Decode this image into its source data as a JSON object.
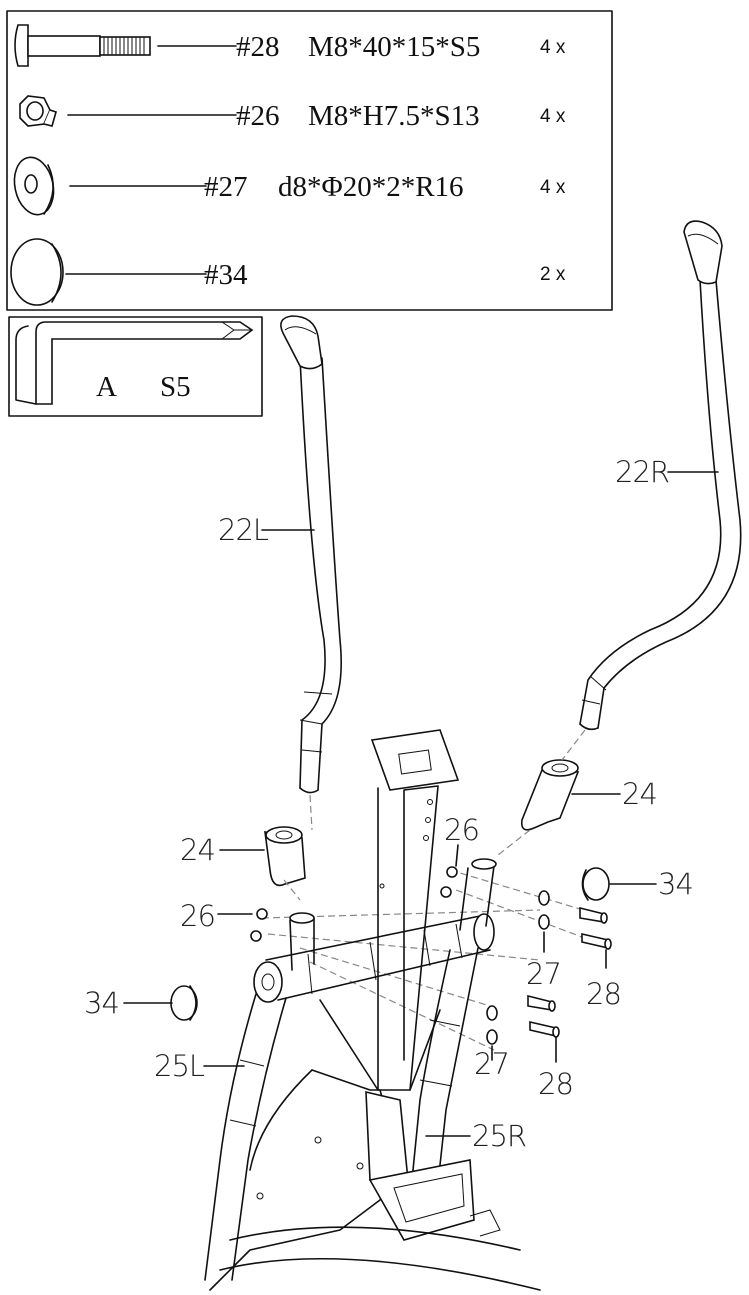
{
  "parts_list": [
    {
      "name": "#28",
      "spec": "M8*40*15*S5",
      "qty": "4 x",
      "icon": "bolt-icon"
    },
    {
      "name": "#26",
      "spec": "M8*H7.5*S13",
      "qty": "4 x",
      "icon": "nut-icon"
    },
    {
      "name": "#27",
      "spec": "d8*Φ20*2*R16",
      "qty": "4 x",
      "icon": "washer-icon"
    },
    {
      "name": "#34",
      "spec": "",
      "qty": "2 x",
      "icon": "end-cap-icon"
    }
  ],
  "tool": {
    "label": "A",
    "size": "S5",
    "icon": "allen-key-icon"
  },
  "callouts": {
    "handlebar_left": "22L",
    "handlebar_right": "22R",
    "sleeve_left": "24",
    "sleeve_right": "24",
    "nut_left": "26",
    "nut_right": "26",
    "cap_left": "34",
    "cap_right": "34",
    "washer_upper": "27",
    "washer_lower": "27",
    "bolt_upper": "28",
    "bolt_lower": "28",
    "lower_arm_left": "25L",
    "lower_arm_right": "25R"
  }
}
